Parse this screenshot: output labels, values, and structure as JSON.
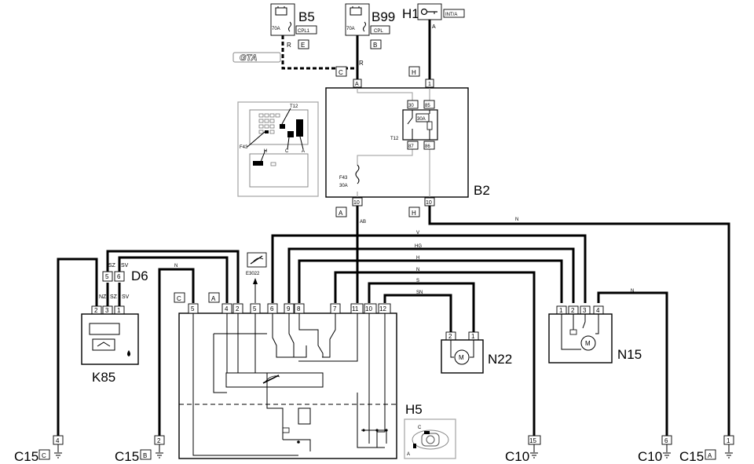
{
  "components": {
    "B5": {
      "label": "B5",
      "fuse": "70A",
      "tag": "CPL1",
      "conn": "E",
      "wire": "R"
    },
    "B99": {
      "label": "B99",
      "fuse": "70A",
      "tag": "CPL",
      "conn": "B",
      "wire": "R"
    },
    "H1": {
      "label": "H1",
      "tag": "INT/A",
      "wire": "A"
    },
    "B2": {
      "label": "B2",
      "conn_top_left": "C",
      "conn_top_right": "H",
      "conn_bottom_left": "A",
      "conn_bottom_right": "H",
      "pin_top_left": "A",
      "pin_top_right": "1",
      "pin_bottom_left": "10",
      "pin_bottom_right": "10"
    },
    "T12": {
      "label": "T12",
      "fuse": "30A",
      "pins": [
        "30",
        "85",
        "87",
        "86"
      ]
    },
    "F43": {
      "label": "F43",
      "fuse": "30A"
    },
    "locator": {
      "t12": "T12",
      "f43": "F43",
      "h": "H",
      "c": "C",
      "a": "A"
    },
    "D6": {
      "label": "D6",
      "pins": [
        "5",
        "6"
      ],
      "wires": [
        "SZ",
        "SV"
      ]
    },
    "K85": {
      "label": "K85",
      "pins": [
        "2",
        "3",
        "1"
      ],
      "wires": [
        "NZ",
        "SZ",
        "SV"
      ]
    },
    "H5": {
      "label": "H5",
      "conn_left": "C",
      "conn_right": "A",
      "pins": [
        "5",
        "4",
        "2",
        "5",
        "6",
        "9",
        "8",
        "7",
        "11",
        "10",
        "12"
      ],
      "locator_c": "C",
      "locator_a": "A"
    },
    "E3022": {
      "label": "E3022"
    },
    "N22": {
      "label": "N22",
      "pins": [
        "2",
        "1"
      ],
      "motor": "M"
    },
    "N15": {
      "label": "N15",
      "pins": [
        "1",
        "2",
        "3",
        "4"
      ],
      "motor": "M"
    }
  },
  "wires": {
    "main": "AB",
    "b2_h": "N",
    "v": "V",
    "hg": "HG",
    "h": "H",
    "n": "N",
    "s": "S",
    "sn": "SN",
    "n15": "N",
    "c15b": "N"
  },
  "badges": {
    "gta": "GTA"
  },
  "grounds": [
    {
      "pin": "4",
      "label": "C15",
      "conn": "C"
    },
    {
      "pin": "2",
      "label": "C15",
      "conn": "B"
    },
    {
      "pin": "15",
      "label": "C10",
      "conn": ""
    },
    {
      "pin": "6",
      "label": "C10",
      "conn": ""
    },
    {
      "pin": "1",
      "label": "C15",
      "conn": "A"
    }
  ]
}
